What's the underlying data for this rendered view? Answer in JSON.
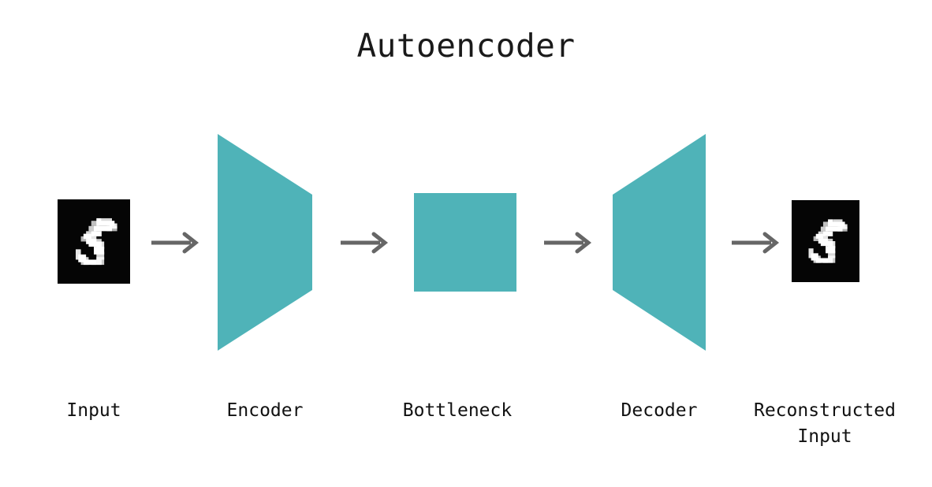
{
  "figure": {
    "title": "Autoencoder",
    "type": "flow-diagram",
    "background_color": "#ffffff",
    "title_color": "#1a1a1a"
  },
  "colors": {
    "block_teal": "#4FB3B8",
    "arrow_gray": "#666666",
    "tile_background": "#050505",
    "digit_stroke": "#ffffff",
    "label_text": "#111111"
  },
  "stages": [
    {
      "id": "input",
      "label": "Input",
      "shape": "image-tile",
      "content": "mnist-digit-5",
      "color": "#050505"
    },
    {
      "id": "encoder",
      "label": "Encoder",
      "shape": "trapezoid-narrowing-right",
      "color": "#4FB3B8"
    },
    {
      "id": "bottleneck",
      "label": "Bottleneck",
      "shape": "square",
      "color": "#4FB3B8"
    },
    {
      "id": "decoder",
      "label": "Decoder",
      "shape": "trapezoid-widening-right",
      "color": "#4FB3B8"
    },
    {
      "id": "reconstructed",
      "label": "Reconstructed\nInput",
      "shape": "image-tile",
      "content": "mnist-digit-5",
      "color": "#050505"
    }
  ],
  "connectors": [
    {
      "id": "arrow-1",
      "from": "input",
      "to": "encoder",
      "glyph": "right-arrow",
      "color": "#666666"
    },
    {
      "id": "arrow-2",
      "from": "encoder",
      "to": "bottleneck",
      "glyph": "right-arrow",
      "color": "#666666"
    },
    {
      "id": "arrow-3",
      "from": "bottleneck",
      "to": "decoder",
      "glyph": "right-arrow",
      "color": "#666666"
    },
    {
      "id": "arrow-4",
      "from": "decoder",
      "to": "reconstructed",
      "glyph": "right-arrow",
      "color": "#666666"
    }
  ]
}
